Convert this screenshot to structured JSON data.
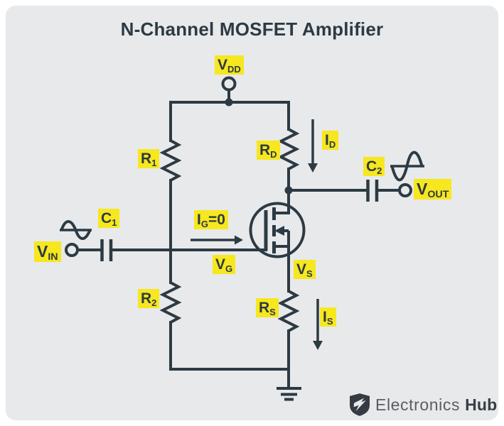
{
  "title": "N-Channel MOSFET Amplifier",
  "labels": {
    "vdd": {
      "main": "V",
      "sub": "DD"
    },
    "r1": {
      "main": "R",
      "sub": "1"
    },
    "r2": {
      "main": "R",
      "sub": "2"
    },
    "rd": {
      "main": "R",
      "sub": "D"
    },
    "rs": {
      "main": "R",
      "sub": "S"
    },
    "id": {
      "main": "I",
      "sub": "D"
    },
    "is": {
      "main": "I",
      "sub": "S"
    },
    "ig": {
      "main": "I",
      "sub": "G",
      "suffix": "=0"
    },
    "vg": {
      "main": "V",
      "sub": "G"
    },
    "vs": {
      "main": "V",
      "sub": "S"
    },
    "c1": {
      "main": "C",
      "sub": "1"
    },
    "c2": {
      "main": "C",
      "sub": "2"
    },
    "vin": {
      "main": "V",
      "sub": "IN"
    },
    "vout": {
      "main": "V",
      "sub": "OUT"
    }
  },
  "logo": {
    "brand": "Electronics",
    "brand_bold": "Hub"
  },
  "colors": {
    "stroke": "#2c3a43",
    "label_bg": "#f7e71e",
    "card_bg": "#e8e9eb",
    "title_text": "#2c3a43",
    "logo_light_text": "#5a5e63",
    "logo_bold_text": "#383e44"
  }
}
